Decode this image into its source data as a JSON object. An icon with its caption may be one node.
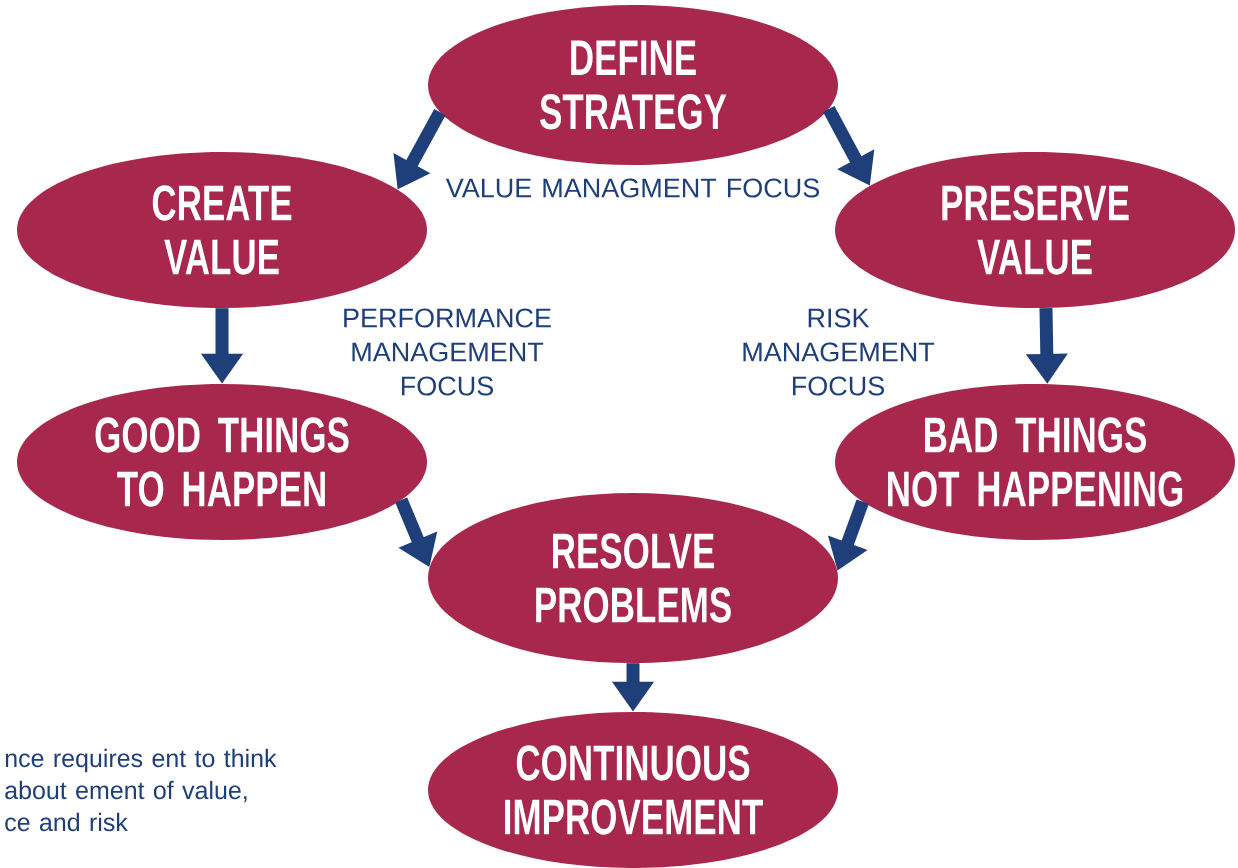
{
  "diagram": {
    "nodes": [
      {
        "text": [
          "DEFINE STRATEGY"
        ]
      },
      {
        "text": [
          "CREATE VALUE"
        ]
      },
      {
        "text": [
          "PRESERVE VALUE"
        ]
      },
      {
        "text": [
          "GOOD THINGS TO HAPPEN"
        ]
      },
      {
        "text": [
          "BAD THINGS NOT HAPPENING"
        ]
      },
      {
        "text": [
          "RESOLVE PROBLEMS"
        ]
      },
      {
        "text": [
          "CONTINUOUS IMPROVEMENT"
        ]
      }
    ],
    "edges": [
      {
        "from": 0,
        "to": 1,
        "arrow": "to"
      },
      {
        "from": 0,
        "to": 2,
        "arrow": "to"
      },
      {
        "from": 1,
        "to": 3,
        "arrow": "to"
      },
      {
        "from": 2,
        "to": 4,
        "arrow": "to"
      },
      {
        "from": 3,
        "to": 5,
        "arrow": "to"
      },
      {
        "from": 4,
        "to": 5,
        "arrow": "to"
      },
      {
        "from": 5,
        "to": 6,
        "arrow": "to"
      }
    ],
    "labels": [
      "VALUE MANAGMENT FOCUS",
      "PERFORMANCE MANAGEMENT FOCUS",
      "RISK MANAGEMENT FOCUS",
      "nce requires ent to think about ement of value, ce and risk"
    ]
  }
}
